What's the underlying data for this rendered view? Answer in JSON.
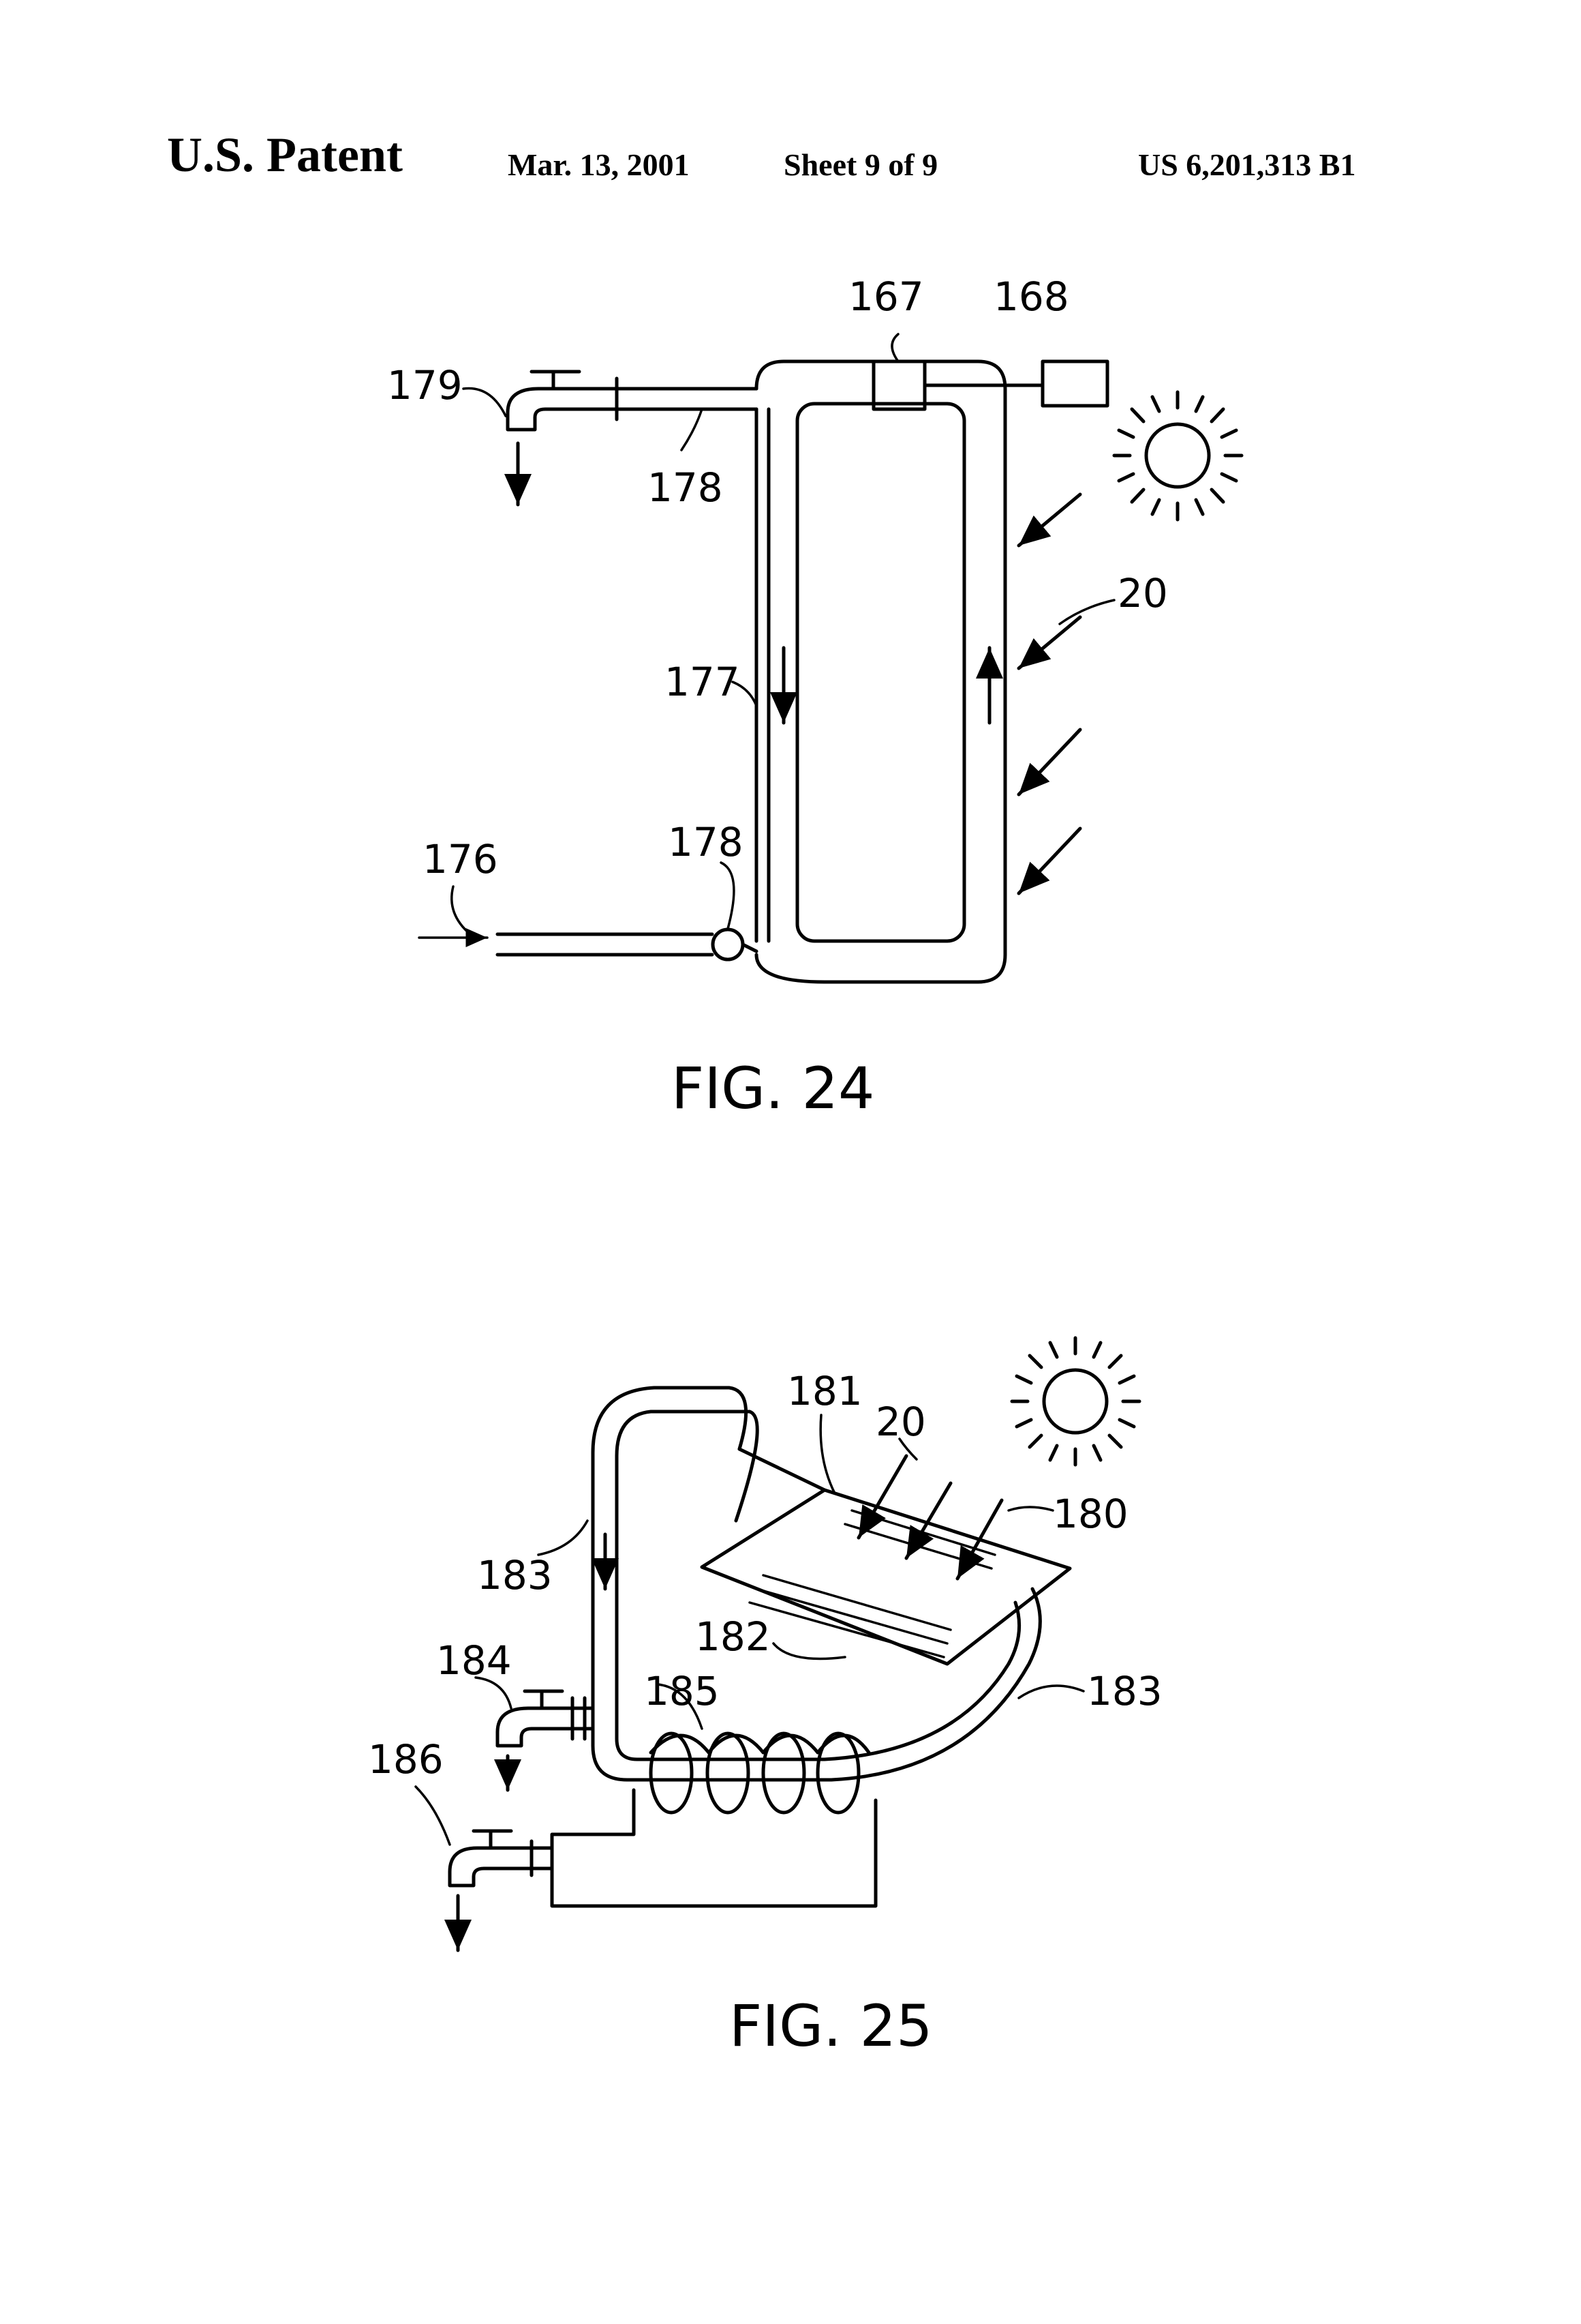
{
  "header": {
    "title": "U.S. Patent",
    "date": "Mar. 13, 2001",
    "sheet": "Sheet 9 of 9",
    "patent_number": "US 6,201,313 B1"
  },
  "figures": [
    {
      "caption": "FIG. 24",
      "labels": {
        "l167": "167",
        "l168": "168",
        "l179": "179",
        "l178a": "178",
        "l20": "20",
        "l177": "177",
        "l176": "176",
        "l178b": "178"
      }
    },
    {
      "caption": "FIG. 25",
      "labels": {
        "l181": "181",
        "l20": "20",
        "l180": "180",
        "l183a": "183",
        "l182": "182",
        "l184": "184",
        "l185": "185",
        "l183b": "183",
        "l186": "186"
      }
    }
  ],
  "colors": {
    "ink": "#000000",
    "paper": "#ffffff"
  }
}
